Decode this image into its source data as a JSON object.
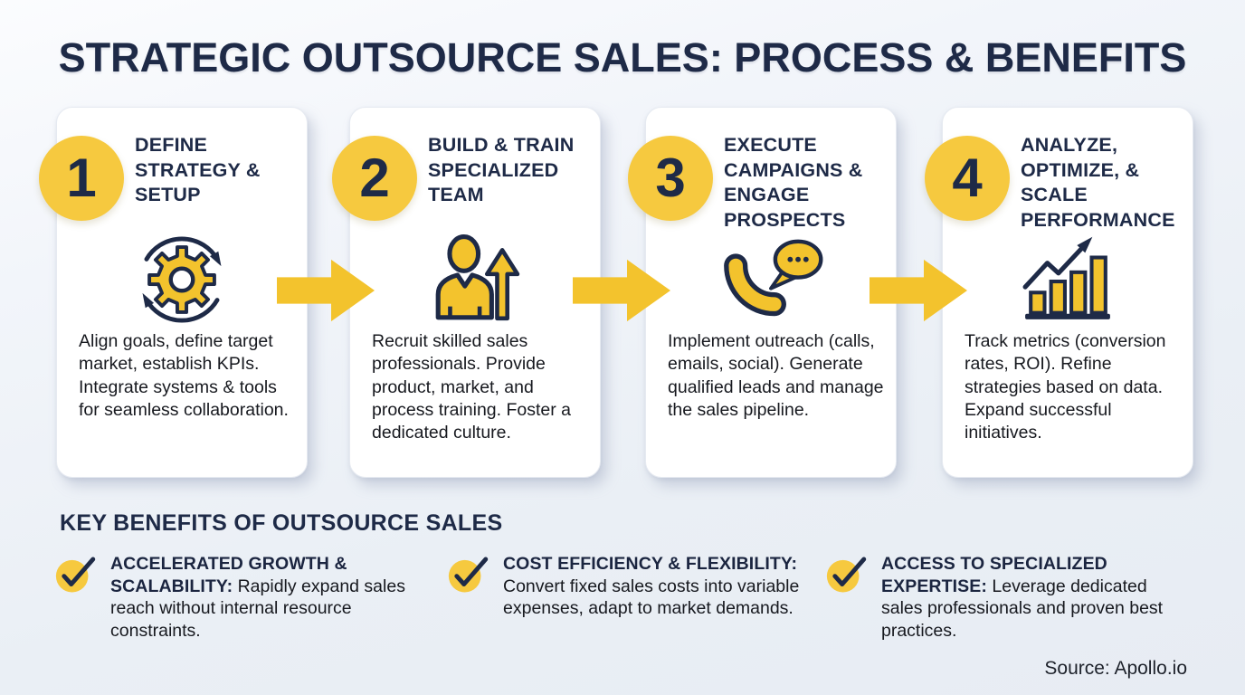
{
  "title": "STRATEGIC OUTSOURCE SALES: PROCESS & BENEFITS",
  "steps": [
    {
      "number": "1",
      "heading": "DEFINE STRATEGY & SETUP",
      "description": "Align goals, define target market, establish KPIs. Integrate systems & tools for seamless collaboration.",
      "icon": "gear-sync-icon"
    },
    {
      "number": "2",
      "heading": "BUILD & TRAIN SPECIALIZED TEAM",
      "description": "Recruit skilled sales professionals. Provide product, market, and process training. Foster a dedicated culture.",
      "icon": "person-growth-icon"
    },
    {
      "number": "3",
      "heading": "EXECUTE CAMPAIGNS & ENGAGE PROSPECTS",
      "description": "Implement outreach (calls, emails, social). Generate qualified leads and manage the sales pipeline.",
      "icon": "phone-chat-icon"
    },
    {
      "number": "4",
      "heading": "ANALYZE, OPTIMIZE, & SCALE PERFORMANCE",
      "description": "Track metrics (conversion rates, ROI). Refine strategies based on data. Expand successful initiatives.",
      "icon": "growth-chart-icon"
    }
  ],
  "benefits": {
    "heading": "KEY BENEFITS OF OUTSOURCE SALES",
    "items": [
      {
        "icon": "check-icon",
        "label": "ACCELERATED GROWTH & SCALABILITY:",
        "text": "Rapidly expand sales reach without internal resource constraints."
      },
      {
        "icon": "check-icon",
        "label": "COST EFFICIENCY & FLEXIBILITY:",
        "text": "Convert fixed sales costs into variable expenses, adapt to market demands."
      },
      {
        "icon": "check-icon",
        "label": "ACCESS TO SPECIALIZED EXPERTISE:",
        "text": "Leverage dedicated sales professionals and proven best practices."
      }
    ]
  },
  "source": "Source: Apollo.io",
  "colors": {
    "accent_yellow": "#F3C32D",
    "badge_yellow": "#F6C93F",
    "navy": "#1E2A47",
    "text": "#17191F",
    "background": "#EDF1F7",
    "card": "#FFFFFF"
  }
}
